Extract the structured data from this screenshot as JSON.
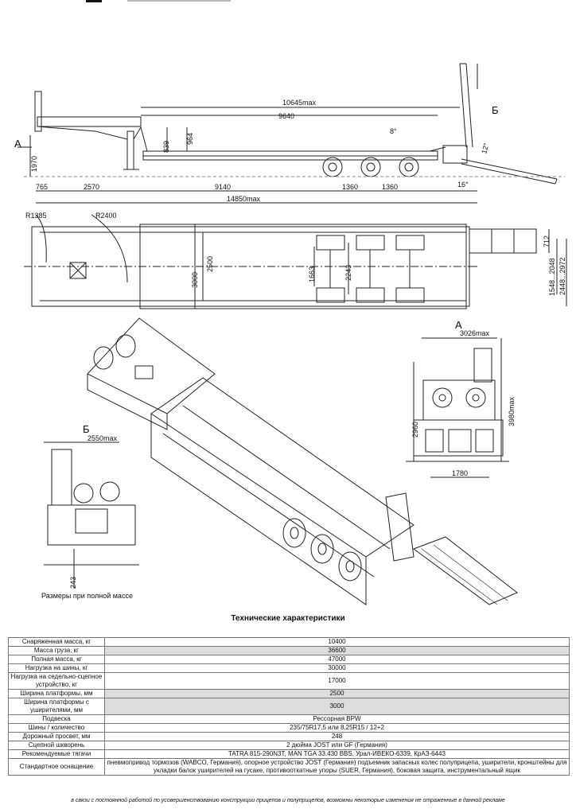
{
  "side_view": {
    "label_a": "А",
    "label_b": "Б",
    "dims": {
      "overall_top": "10645max",
      "deck": "9640",
      "deck_height_low": "839",
      "deck_height_high": "964",
      "gooseneck_height": "1970",
      "ramp_angle": "8°",
      "ramp_angle2": "12°",
      "ramp_angle3": "16°",
      "front_overhang": "765",
      "kingpin": "2570",
      "wheelbase": "9140",
      "axle1": "1360",
      "axle2": "1360",
      "overall_length": "14850max"
    }
  },
  "top_view": {
    "dims": {
      "r1": "R1385",
      "r2": "R2400",
      "w1": "2500",
      "w2": "3000",
      "w3": "1663",
      "w4": "2243",
      "ramp_w1": "712",
      "ramp_w2": "1548...2048",
      "ramp_w3": "2448...2972"
    }
  },
  "rear_view_a": {
    "label": "А",
    "width_top": "3026max",
    "height_deck": "2960",
    "height_total": "3980max",
    "track": "1780"
  },
  "front_view_b": {
    "label": "Б",
    "width_top": "2550max",
    "ground": "243"
  },
  "caption": "Размеры при полной массе",
  "spec_title": "Технические характеристики",
  "spec_rows": [
    {
      "k": "Снаряженная масса, кг",
      "v": "10400",
      "shade": false
    },
    {
      "k": "Масса груза, кг",
      "v": "36600",
      "shade": true
    },
    {
      "k": "Полная масса, кг",
      "v": "47000",
      "shade": false
    },
    {
      "k": "Нагрузка на шины, кг",
      "v": "30000",
      "shade": false
    },
    {
      "k": "Нагрузка на седельно-сцепное устройство, кг",
      "v": "17000",
      "shade": false
    },
    {
      "k": "Ширина платформы, мм",
      "v": "2500",
      "shade": true
    },
    {
      "k": "Ширина платформы с уширителями, мм",
      "v": "3000",
      "shade": true
    },
    {
      "k": "Подвеска",
      "v": "Рессорная BPW",
      "shade": false
    },
    {
      "k": "Шины / количество",
      "v": "235/75R17,5 или 8,25R15 / 12+2",
      "shade": false
    },
    {
      "k": "Дорожный просвет, мм",
      "v": "248",
      "shade": false
    },
    {
      "k": "Сцепной шкворень",
      "v": "2 дюйма JOST или GF (Германия)",
      "shade": false
    },
    {
      "k": "Рекомендуемые тягачи",
      "v": "TATRA 815-290N3T, MAN TGA 33.430 BBS, Урал-ИВЕКО-6339, КрАЗ-6443",
      "shade": false
    },
    {
      "k": "Стандартное оснащение",
      "v": "пневмопривод тормозов (WABCO, Германия), опорное устройство JOST (Германия) подъемник запасных колес полуприцепа, уширители, кронштейны для укладки балок уширителей на гусаке, противооткатные упоры (SUER, Германия), боковая защита, инструментальный ящик",
      "shade": false
    }
  ],
  "footnote": "в связи с постоянной работой по усовершенствованию конструкции прицепов и полуприцепов, возможны некоторые изменения не отраженные в данной рекламе"
}
